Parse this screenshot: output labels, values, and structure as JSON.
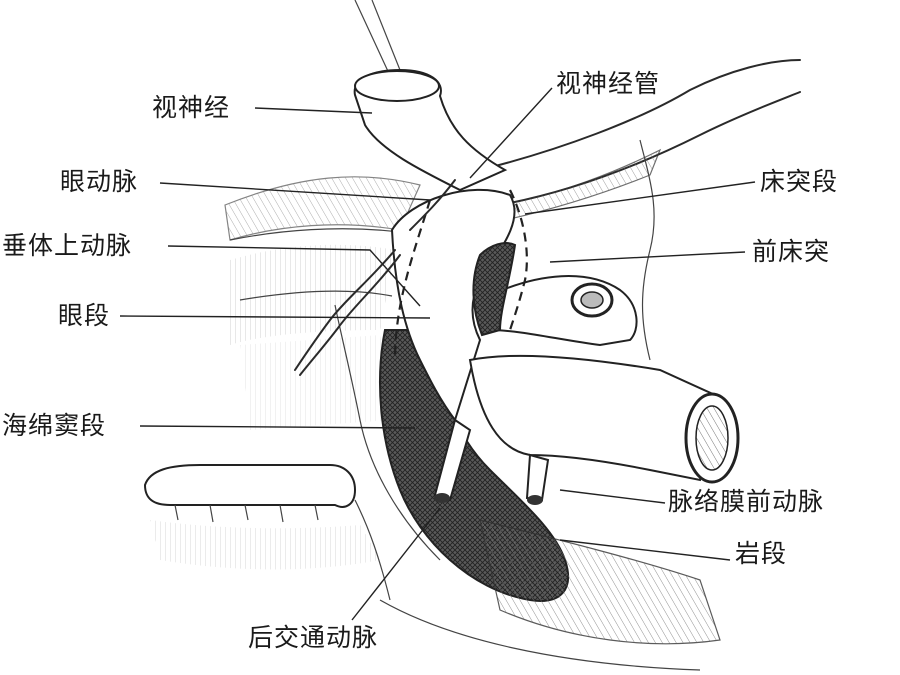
{
  "labels": {
    "optic_nerve": "视神经",
    "optic_canal": "视神经管",
    "ophthalmic_artery": "眼动脉",
    "clinoid_segment": "床突段",
    "superior_hypophyseal_artery": "垂体上动脉",
    "anterior_clinoid_process": "前床突",
    "ophthalmic_segment": "眼段",
    "cavernous_segment": "海绵窦段",
    "anterior_choroidal_artery": "脉络膜前动脉",
    "petrous_segment": "岩段",
    "posterior_communicating_artery": "后交通动脉"
  }
}
